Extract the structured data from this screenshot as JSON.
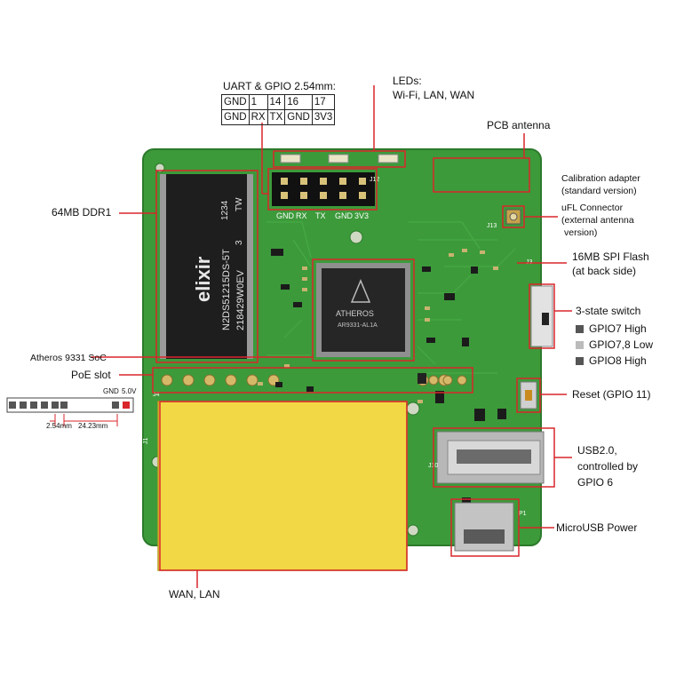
{
  "labels": {
    "uart_title": "UART & GPIO 2.54mm:",
    "leds_title": "LEDs:",
    "leds_list": "Wi-Fi, LAN, WAN",
    "pcb_antenna": "PCB antenna",
    "calibration_1": "Calibration adapter",
    "calibration_2": "(standard version)",
    "ufl_1": "uFL Connector",
    "ufl_2": "(external antenna",
    "ufl_3": "version)",
    "spi_flash_1": "16MB SPI Flash",
    "spi_flash_2": "(at back side)",
    "ddr": "64MB DDR1",
    "switch_title": "3-state switch",
    "soc": "Atheros 9331 SoC",
    "poe": "PoE slot",
    "reset": "Reset (GPIO 11)",
    "usb_1": "USB2.0,",
    "usb_2": "controlled by",
    "usb_3": "GPIO 6",
    "microusb": "MicroUSB Power",
    "wan_lan": "WAN, LAN"
  },
  "switch_states": [
    {
      "label": "GPIO7 High",
      "color": "#555555"
    },
    {
      "label": "GPIO7,8 Low",
      "color": "#bbbbbb"
    },
    {
      "label": "GPIO8 High",
      "color": "#555555"
    }
  ],
  "uart_table": {
    "row1": [
      "GND",
      "1",
      "14",
      "16",
      "17"
    ],
    "row2": [
      "GND",
      "RX",
      "TX",
      "GND",
      "3V3"
    ]
  },
  "pin_labels": [
    "GND",
    "RX",
    "TX",
    "GND",
    "3V3"
  ],
  "poe_diagram": {
    "gnd": "GND",
    "v50": "5.0V",
    "pitch": "2.54mm",
    "span": "24.23mm"
  },
  "board_text": {
    "ram_brand": "elixir",
    "ram_part": "N2DS51215DS-5T",
    "ram_code": "218429W0EV",
    "ram_date": "1234",
    "ram_tw": "TW",
    "ram_num": "3",
    "soc_brand": "ATHEROS",
    "soc_part": "AR9331-AL1A",
    "j12": "J12",
    "j13": "J13",
    "j3": "J3",
    "j4": "J4",
    "j1": "J1",
    "p1": "P1",
    "j10": "J10"
  },
  "colors": {
    "pcb": "#3c9a3a",
    "pcb_dark": "#2f7f2e",
    "callout": "#d9262b",
    "yellow": "#f2d845",
    "chip": "#222222",
    "silver": "#c9c9c9"
  }
}
